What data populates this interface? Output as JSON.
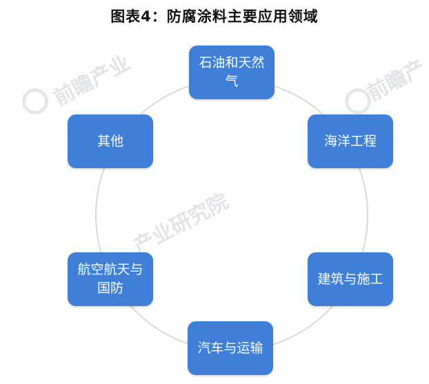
{
  "title": "图表4：防腐涂料主要应用领域",
  "nodes": {
    "top": "石油和天然气",
    "right_upper": "海洋工程",
    "right_lower": "建筑与施工",
    "bottom": "汽车与运输",
    "left_lower": "航空航天与国防",
    "left_upper": "其他"
  },
  "colors": {
    "node_fill": "#3f7fd8",
    "ring": "#d6d9de"
  },
  "watermark": {
    "top_left": "前瞻产业",
    "top_right": "前瞻产",
    "center": "产业研究院"
  }
}
